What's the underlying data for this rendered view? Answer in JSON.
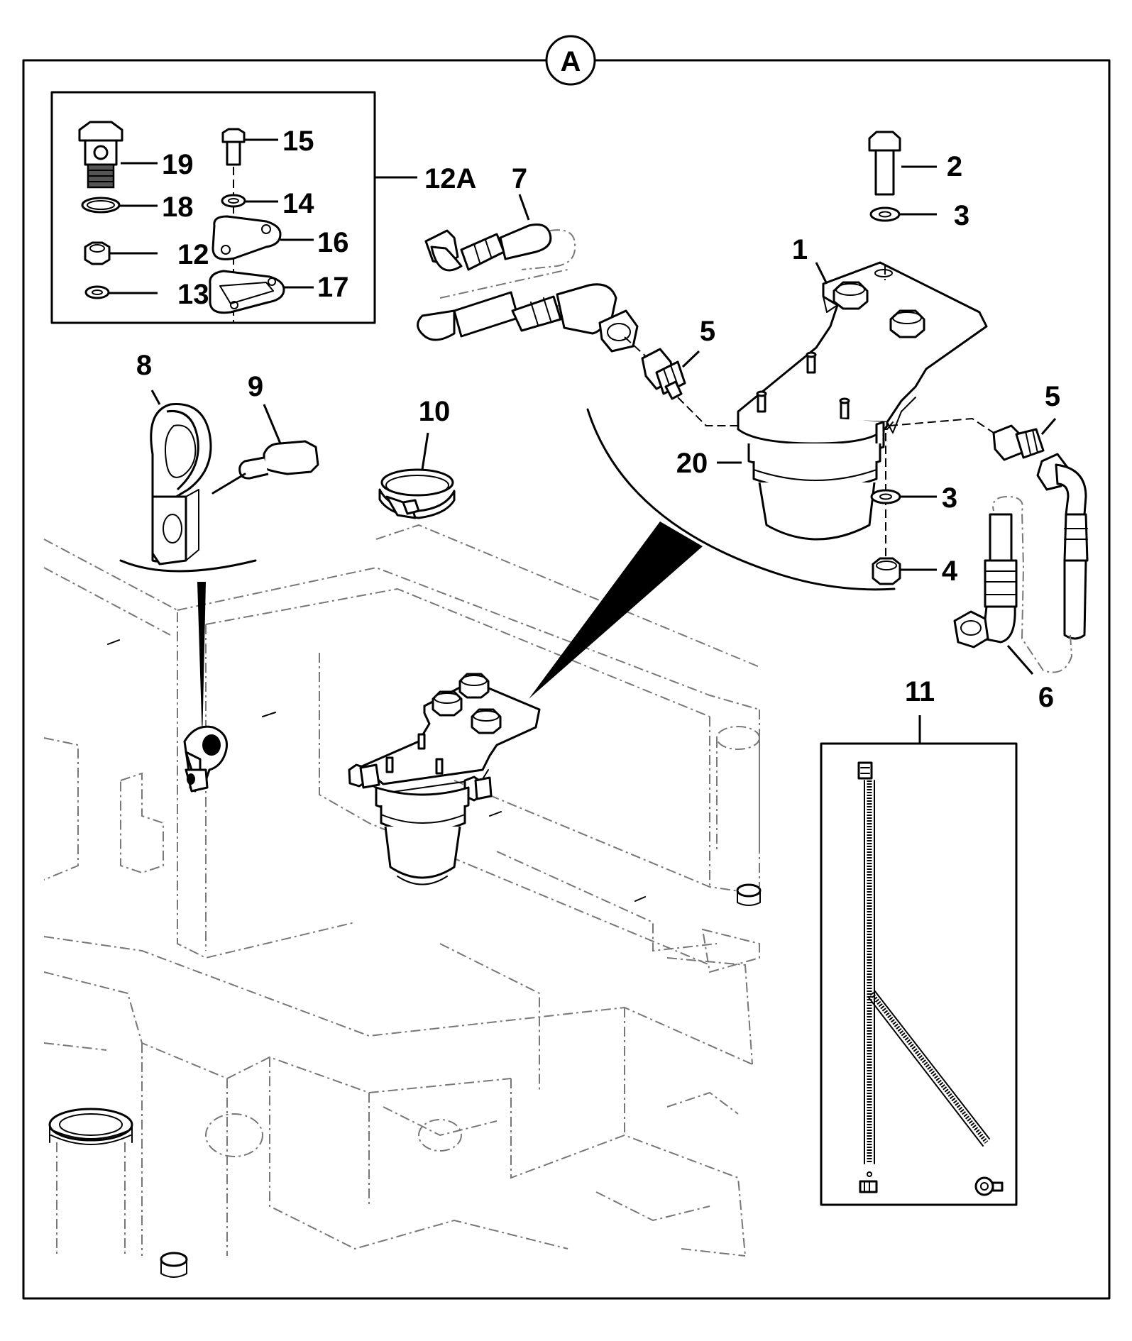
{
  "sheet": {
    "label": "A"
  },
  "callouts": {
    "c1": "1",
    "c2": "2",
    "c3a": "3",
    "c3b": "3",
    "c4": "4",
    "c5a": "5",
    "c5b": "5",
    "c6": "6",
    "c7": "7",
    "c8": "8",
    "c9": "9",
    "c10": "10",
    "c11": "11",
    "c12": "12",
    "c12a": "12A",
    "c13": "13",
    "c14": "14",
    "c15": "15",
    "c16": "16",
    "c17": "17",
    "c18": "18",
    "c19": "19",
    "c20": "20"
  }
}
